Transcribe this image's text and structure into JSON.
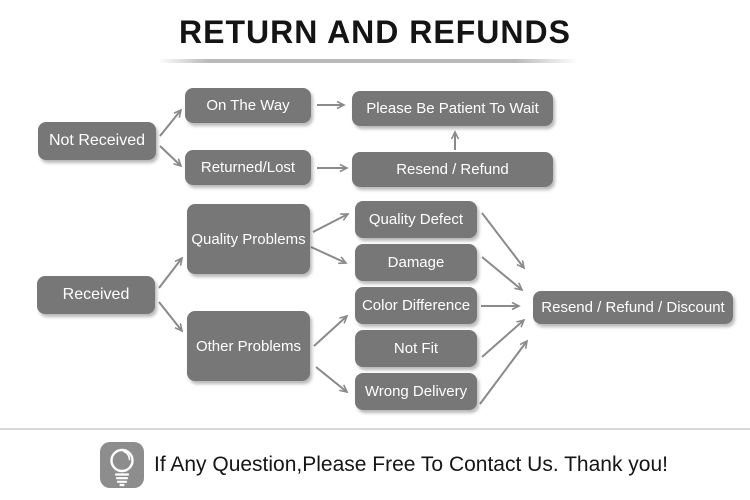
{
  "title": "RETURN AND REFUNDS",
  "nodes": {
    "not_received": "Not Received",
    "on_the_way": "On The Way",
    "returned_lost": "Returned/Lost",
    "please_wait": "Please Be Patient To Wait",
    "resend_refund": "Resend / Refund",
    "received": "Received",
    "quality_problems": "Quality Problems",
    "other_problems": "Other Problems",
    "quality_defect": "Quality Defect",
    "damage": "Damage",
    "color_difference": "Color Difference",
    "not_fit": "Not Fit",
    "wrong_delivery": "Wrong Delivery",
    "discount": "Resend / Refund / Discount"
  },
  "edges": [
    {
      "from": "not_received",
      "to": "on_the_way"
    },
    {
      "from": "not_received",
      "to": "returned_lost"
    },
    {
      "from": "on_the_way",
      "to": "please_wait"
    },
    {
      "from": "returned_lost",
      "to": "resend_refund"
    },
    {
      "from": "resend_refund",
      "to": "please_wait"
    },
    {
      "from": "received",
      "to": "quality_problems"
    },
    {
      "from": "received",
      "to": "other_problems"
    },
    {
      "from": "quality_problems",
      "to": "quality_defect"
    },
    {
      "from": "quality_problems",
      "to": "damage"
    },
    {
      "from": "other_problems",
      "to": "color_difference"
    },
    {
      "from": "other_problems",
      "to": "wrong_delivery"
    },
    {
      "from": "quality_defect",
      "to": "discount"
    },
    {
      "from": "damage",
      "to": "discount"
    },
    {
      "from": "color_difference",
      "to": "discount"
    },
    {
      "from": "not_fit",
      "to": "discount"
    },
    {
      "from": "wrong_delivery",
      "to": "discount"
    }
  ],
  "footer": {
    "icon": "lightbulb-icon",
    "text": "If Any Question,Please Free To Contact Us. Thank you!"
  },
  "colors": {
    "box_fill": "#777777",
    "box_text": "#ffffff",
    "arrow": "#8a8a8a",
    "title_text": "#141414",
    "title_underline": "#b9b9b9",
    "divider": "#d8d8d8",
    "footer_icon_fill": "#8d8d8d"
  }
}
